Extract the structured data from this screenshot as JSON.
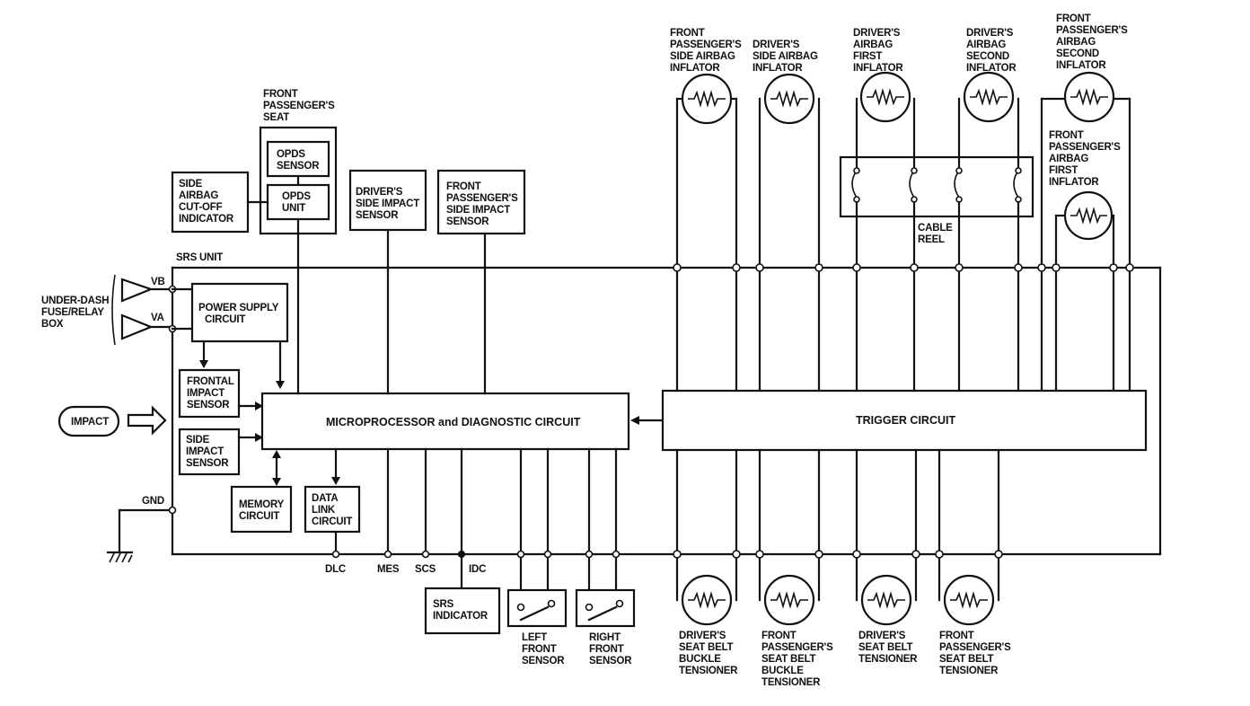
{
  "unit": {
    "srs_unit": "SRS UNIT",
    "power_supply": [
      "POWER SUPPLY",
      "CIRCUIT"
    ],
    "microprocessor": "MICROPROCESSOR and DIAGNOSTIC CIRCUIT",
    "trigger": "TRIGGER CIRCUIT",
    "frontal_impact": [
      "FRONTAL",
      "IMPACT",
      "SENSOR"
    ],
    "side_impact": [
      "SIDE",
      "IMPACT",
      "SENSOR"
    ],
    "memory": [
      "MEMORY",
      "CIRCUIT"
    ],
    "data_link": [
      "DATA",
      "LINK",
      "CIRCUIT"
    ]
  },
  "external": {
    "under_dash": [
      "UNDER-DASH",
      "FUSE/RELAY",
      "BOX"
    ],
    "vb": "VB",
    "va": "VA",
    "gnd": "GND",
    "impact": "IMPACT",
    "front_pass_seat": [
      "FRONT",
      "PASSENGER'S",
      "SEAT"
    ],
    "opds_sensor": [
      "OPDS",
      "SENSOR"
    ],
    "opds_unit": [
      "OPDS",
      "UNIT"
    ],
    "side_airbag_cutoff": [
      "SIDE",
      "AIRBAG",
      "CUT-OFF",
      "INDICATOR"
    ],
    "drivers_side_impact": [
      "DRIVER'S",
      "SIDE IMPACT",
      "SENSOR"
    ],
    "front_pass_side_impact": [
      "FRONT",
      "PASSENGER'S",
      "SIDE IMPACT",
      "SENSOR"
    ],
    "cable_reel": [
      "CABLE",
      "REEL"
    ],
    "srs_indicator": [
      "SRS",
      "INDICATOR"
    ],
    "left_front_sensor": [
      "LEFT",
      "FRONT",
      "SENSOR"
    ],
    "right_front_sensor": [
      "RIGHT",
      "FRONT",
      "SENSOR"
    ]
  },
  "terminals": {
    "dlc": "DLC",
    "mes": "MES",
    "scs": "SCS",
    "idc": "IDC"
  },
  "inflators": {
    "fp_side": [
      "FRONT",
      "PASSENGER'S",
      "SIDE AIRBAG",
      "INFLATOR"
    ],
    "drv_side": [
      "DRIVER'S",
      "SIDE AIRBAG",
      "INFLATOR"
    ],
    "drv_first": [
      "DRIVER'S",
      "AIRBAG",
      "FIRST",
      "INFLATOR"
    ],
    "drv_second": [
      "DRIVER'S",
      "AIRBAG",
      "SECOND",
      "INFLATOR"
    ],
    "fp_second": [
      "FRONT",
      "PASSENGER'S",
      "AIRBAG",
      "SECOND",
      "INFLATOR"
    ],
    "fp_first": [
      "FRONT",
      "PASSENGER'S",
      "AIRBAG",
      "FIRST",
      "INFLATOR"
    ]
  },
  "tensioners": {
    "drv_buckle": [
      "DRIVER'S",
      "SEAT BELT",
      "BUCKLE",
      "TENSIONER"
    ],
    "fp_buckle": [
      "FRONT",
      "PASSENGER'S",
      "SEAT BELT",
      "BUCKLE",
      "TENSIONER"
    ],
    "drv_belt": [
      "DRIVER'S",
      "SEAT BELT",
      "TENSIONER"
    ],
    "fp_belt": [
      "FRONT",
      "PASSENGER'S",
      "SEAT BELT",
      "TENSIONER"
    ]
  }
}
